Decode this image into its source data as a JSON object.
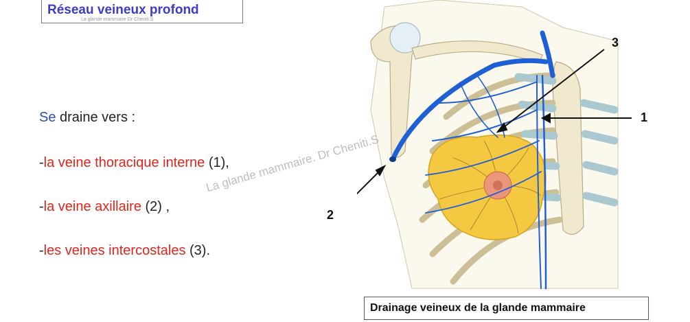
{
  "title": "Réseau veineux profond",
  "watermark_small": "La glande mammaire Dr Cheniti.S",
  "intro": {
    "prefix": "Se",
    "rest": " draine vers :"
  },
  "items": [
    {
      "dash": "-",
      "red": "la veine thoracique interne",
      "suffix": " (1),"
    },
    {
      "dash": "-",
      "red": "la veine axillaire",
      "suffix": " (2) ,"
    },
    {
      "dash": "-",
      "red": "les veines intercostales",
      "suffix": " (3)."
    }
  ],
  "watermark_diagonal": "La glande mammaire. Dr Cheniti.S",
  "labels": {
    "one": "1",
    "two": "2",
    "three": "3"
  },
  "caption": "Drainage veineux de la glande mammaire",
  "colors": {
    "title": "#3c3cc8",
    "highlight": "#e0251b",
    "vein": "#1f5fd6",
    "gland": "#f5c842",
    "bone": "#f1e9cd",
    "cartilage": "#a9c8cf"
  }
}
